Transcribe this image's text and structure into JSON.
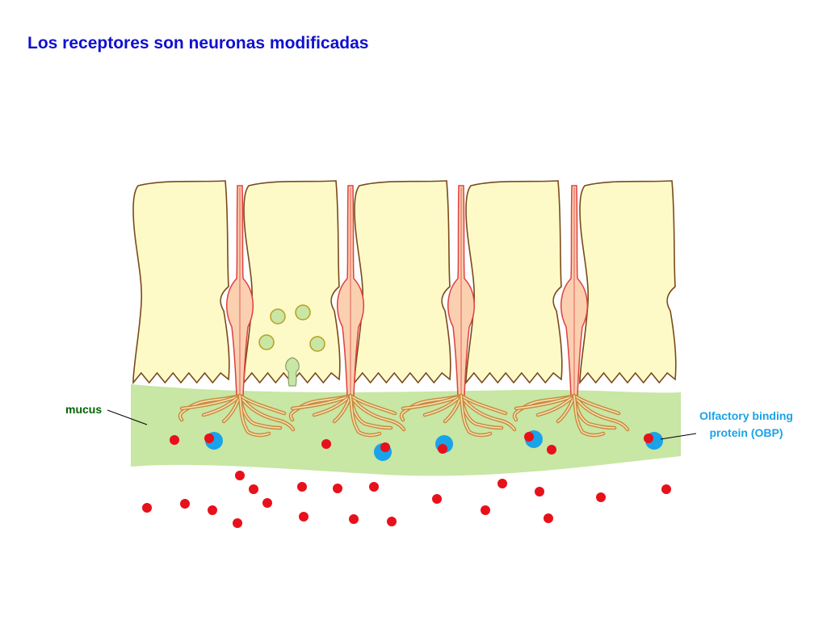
{
  "title": "Los receptores son neuronas modificadas",
  "labels": {
    "mucus": "mucus",
    "obp_line1": "Olfactory binding",
    "obp_line2": "protein (OBP)"
  },
  "colors": {
    "title": "#1010d0",
    "mucus_label": "#006400",
    "obp_label": "#1aa3e8",
    "supporting_cell_fill": "#fdfac8",
    "supporting_cell_stroke": "#7a4a1a",
    "neuron_fill": "#fbd0b0",
    "neuron_stroke": "#e04040",
    "cilia": "#c98a3a",
    "mucus_layer": "#c8e6a4",
    "vesicle": "#c8e6a4",
    "vesicle_stroke": "#b8a020",
    "odorant": "#e8101a",
    "obp": "#1aa3e8"
  },
  "components": {
    "supporting_cells": 5,
    "receptor_neurons": 4,
    "secretory_vesicles": 4
  }
}
